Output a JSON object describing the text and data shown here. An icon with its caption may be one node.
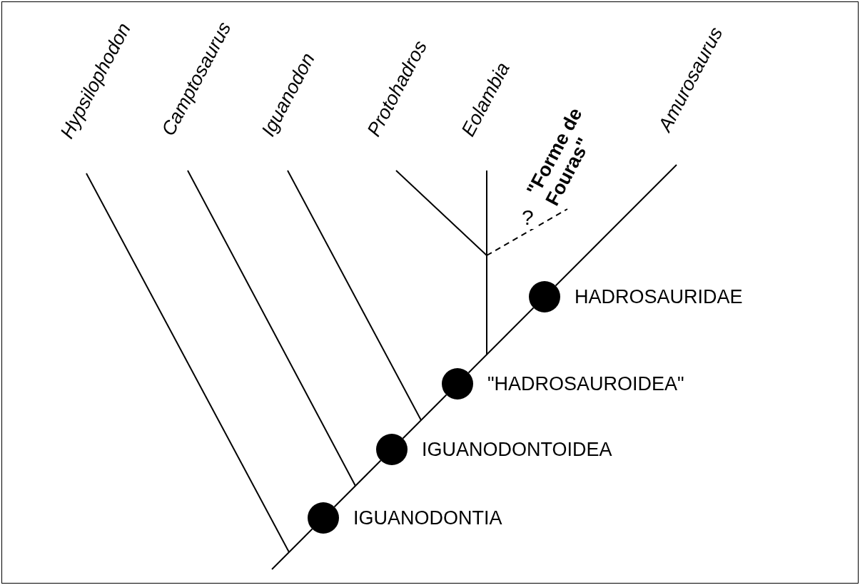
{
  "diagram": {
    "nodes": [
      {
        "text": [
          "Hypsilophodon"
        ]
      },
      {
        "text": [
          "Camptosaurus"
        ]
      },
      {
        "text": [
          "Iguanodon"
        ]
      },
      {
        "text": [
          "Protohadros"
        ]
      },
      {
        "text": [
          "Eolambia"
        ]
      },
      {
        "text": [
          "\"Forme de Fouras\""
        ]
      },
      {
        "text": [
          "Amurosaurus"
        ]
      },
      {
        "text": [],
        "shape": "circle",
        "beside": [
          "HADROSAURIDAE"
        ]
      },
      {
        "text": [],
        "shape": "circle",
        "beside": [
          "\"HADROSAUROIDEA\""
        ]
      },
      {
        "text": [],
        "shape": "circle",
        "beside": [
          "IGUANODONTOIDEA"
        ]
      },
      {
        "text": [],
        "shape": "circle",
        "beside": [
          "IGUANODONTIA"
        ]
      }
    ],
    "edges": [
      {
        "from": null,
        "to": 10,
        "arrow": "none"
      },
      {
        "from": 10,
        "to": 9,
        "arrow": "none"
      },
      {
        "from": 9,
        "to": 8,
        "arrow": "none"
      },
      {
        "from": 8,
        "to": 7,
        "arrow": "none"
      },
      {
        "from": 7,
        "to": 6,
        "arrow": "none"
      },
      {
        "from": null,
        "to": 0,
        "arrow": "none"
      },
      {
        "from": null,
        "to": 1,
        "arrow": "none"
      },
      {
        "from": null,
        "to": 2,
        "arrow": "none"
      },
      {
        "from": null,
        "to": 4,
        "arrow": "none"
      },
      {
        "from": null,
        "to": 3,
        "arrow": "none"
      },
      {
        "from": null,
        "to": 5,
        "arrow": "none",
        "label": "?",
        "style": "dashed"
      }
    ]
  }
}
